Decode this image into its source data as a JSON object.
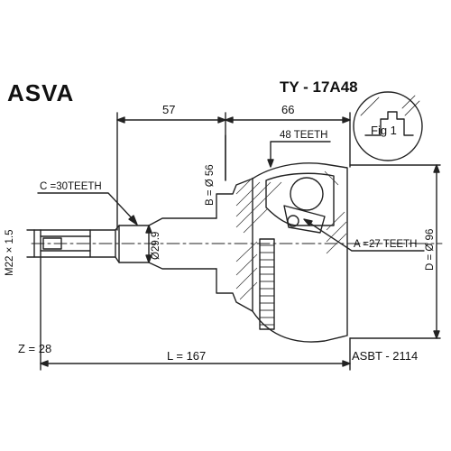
{
  "header": {
    "brand": "ASVA",
    "part_number": "TY - 17A48"
  },
  "dimensions": {
    "length_57": "57",
    "length_66": "66",
    "outer_teeth": "48 TEETH",
    "outer_diameter_b": "B = Ø 56",
    "inner_teeth_c": "C =30TEETH",
    "thread": "M22 × 1.5",
    "shaft_diameter": "Ø29.9",
    "inner_teeth_a": "A =27 TEETH",
    "outer_diameter_d": "D = Ø 96",
    "z": "Z = 28",
    "total_length": "L = 167"
  },
  "footer": {
    "code": "ASBT - 2114"
  },
  "figure": {
    "label": "Fig 1"
  }
}
